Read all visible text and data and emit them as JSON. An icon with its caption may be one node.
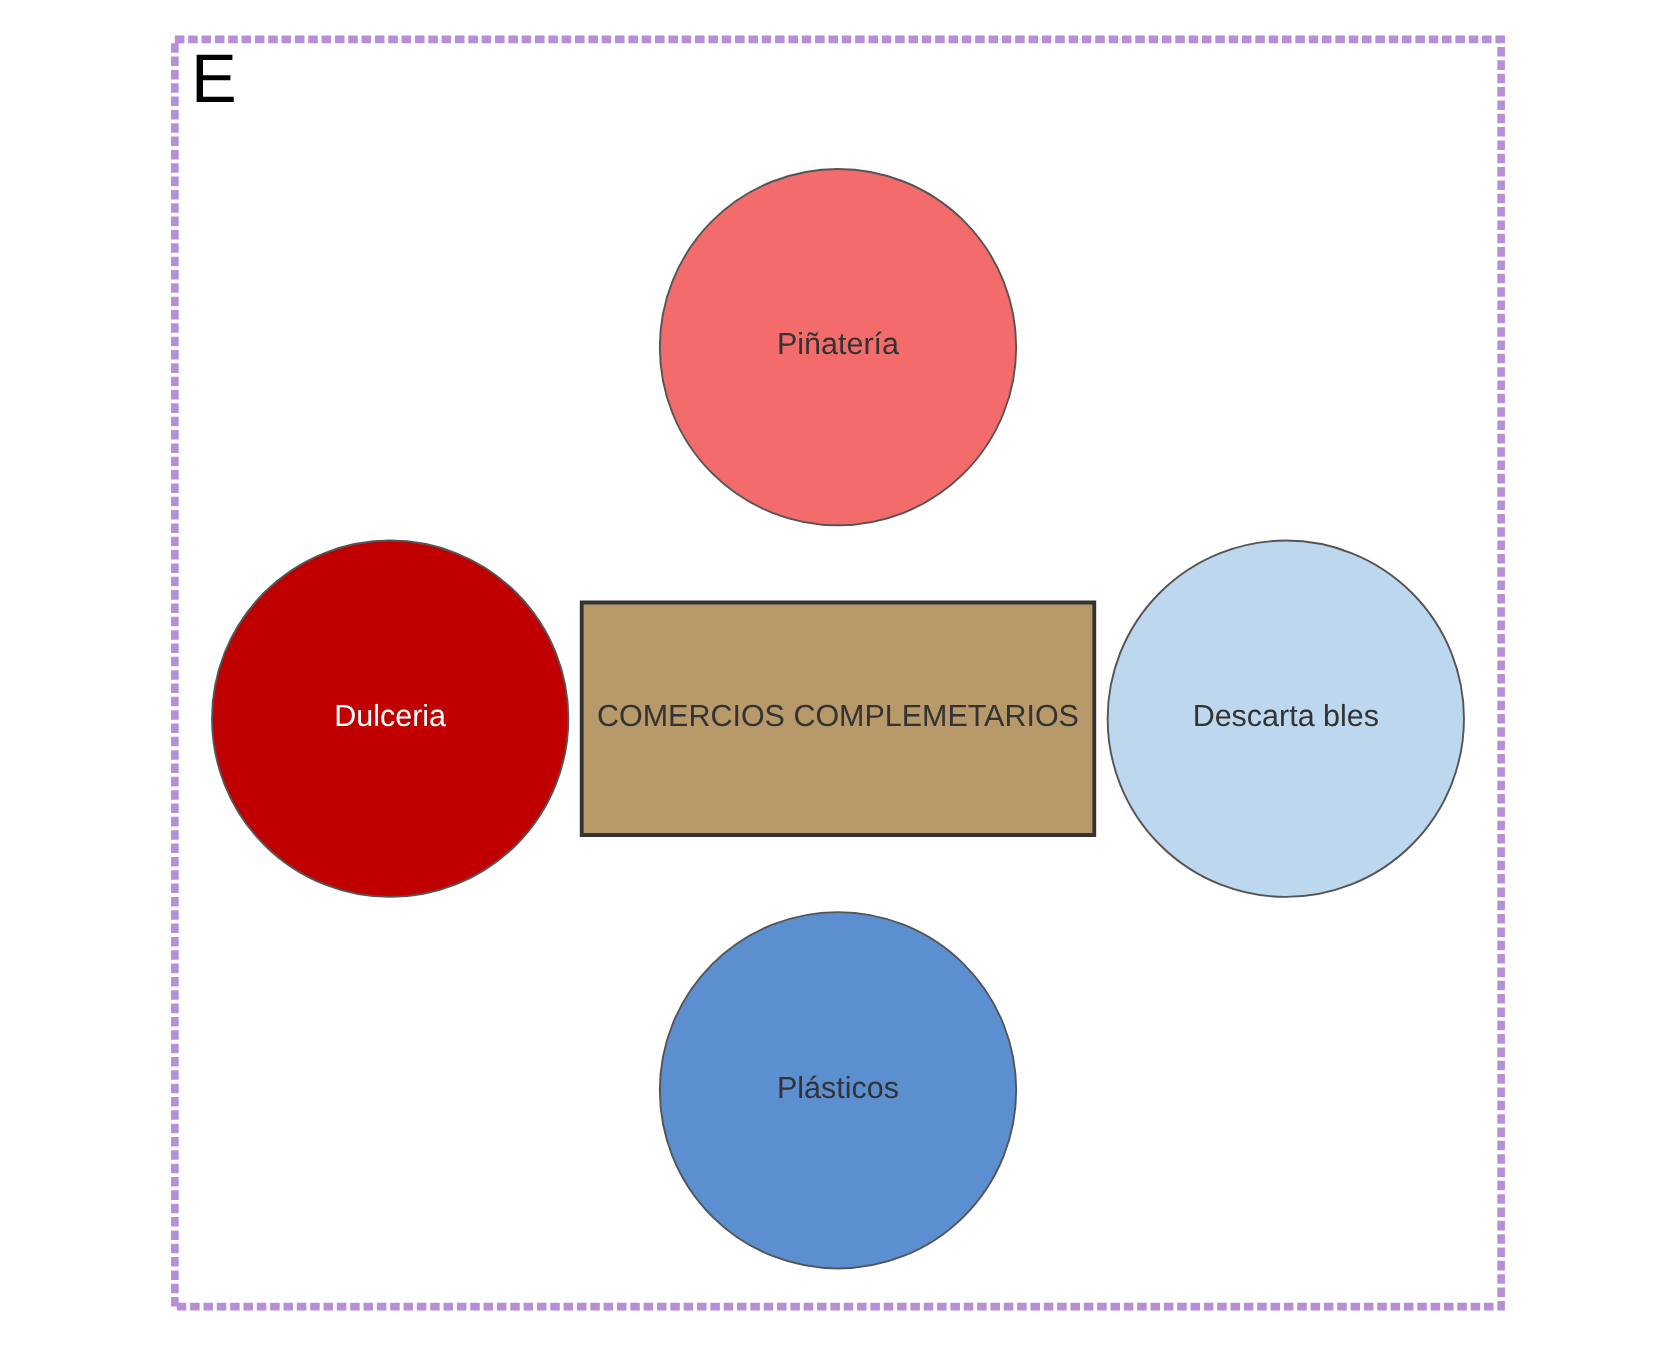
{
  "diagram": {
    "nodes": [
      {
        "text": [
          "E"
        ]
      },
      {
        "text": [
          "Piñatería"
        ],
        "in": 0
      },
      {
        "text": [
          "Dulceria"
        ],
        "in": 0
      },
      {
        "text": [
          "COMERCIOS COMPLEMETARIOS"
        ],
        "in": 0
      },
      {
        "text": [
          "Descarta bles"
        ],
        "in": 0
      },
      {
        "text": [
          "Plásticos"
        ],
        "in": 0
      }
    ],
    "edges": []
  }
}
